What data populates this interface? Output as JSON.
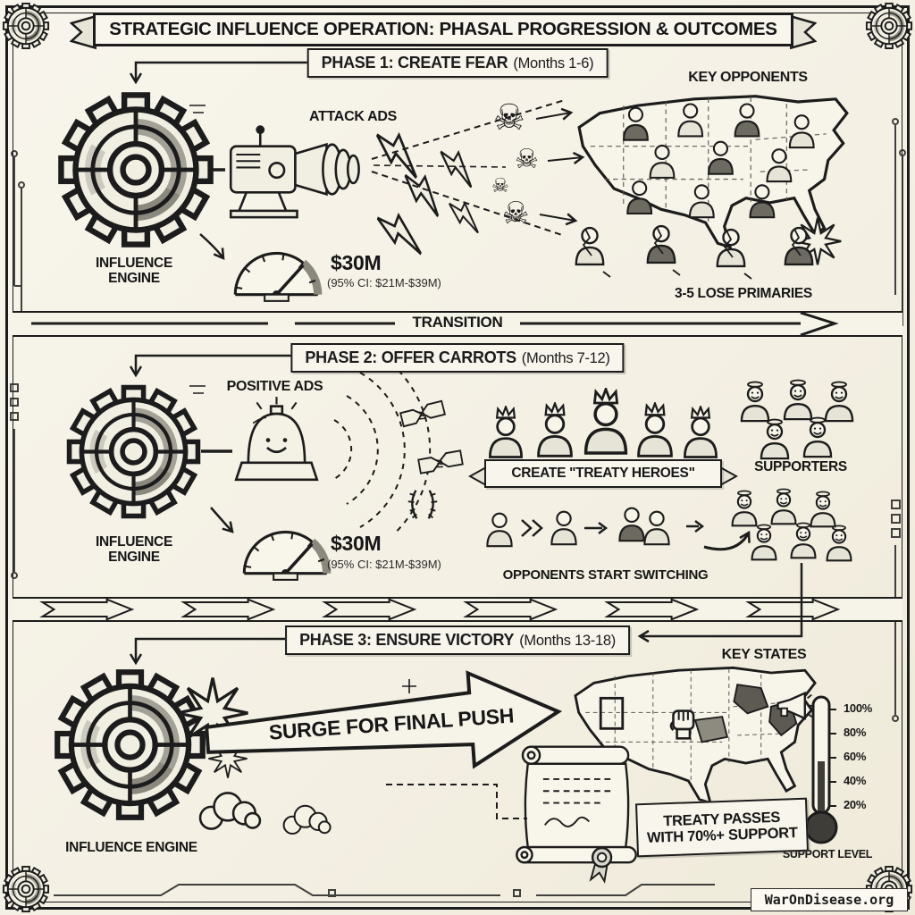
{
  "title": {
    "banner": "STRATEGIC INFLUENCE OPERATION: PHASAL PROGRESSION & OUTCOMES"
  },
  "icons": {
    "skull_glyph": "☠"
  },
  "phase1": {
    "title": "PHASE 1: CREATE FEAR",
    "months": "(Months 1-6)",
    "attack_ads": "ATTACK ADS",
    "engine": "INFLUENCE ENGINE",
    "budget": "$30M",
    "budget_ci": "(95% CI: $21M-$39M)",
    "key_opponents": "KEY OPPONENTS",
    "outcome": "3-5 LOSE PRIMARIES"
  },
  "transition1": {
    "label": "TRANSITION"
  },
  "phase2": {
    "title": "PHASE 2: OFFER CARROTS",
    "months": "(Months 7-12)",
    "positive_ads": "POSITIVE ADS",
    "engine": "INFLUENCE ENGINE",
    "budget": "$30M",
    "budget_ci": "(95% CI: $21M-$39M)",
    "heroes_banner": "CREATE \"TREATY HEROES\"",
    "supporters": "SUPPORTERS",
    "switching": "OPPONENTS START SWITCHING"
  },
  "phase3": {
    "title": "PHASE 3: ENSURE VICTORY",
    "months": "(Months 13-18)",
    "engine": "INFLUENCE ENGINE",
    "surge": "SURGE FOR FINAL PUSH",
    "key_states": "KEY STATES",
    "outcome1": "TREATY PASSES",
    "outcome2": "WITH 70%+ SUPPORT",
    "support_level": "SUPPORT LEVEL",
    "scale": [
      "100%",
      "80%",
      "60%",
      "40%",
      "20%"
    ]
  },
  "footer": {
    "watermark": "WarOnDisease.org"
  }
}
